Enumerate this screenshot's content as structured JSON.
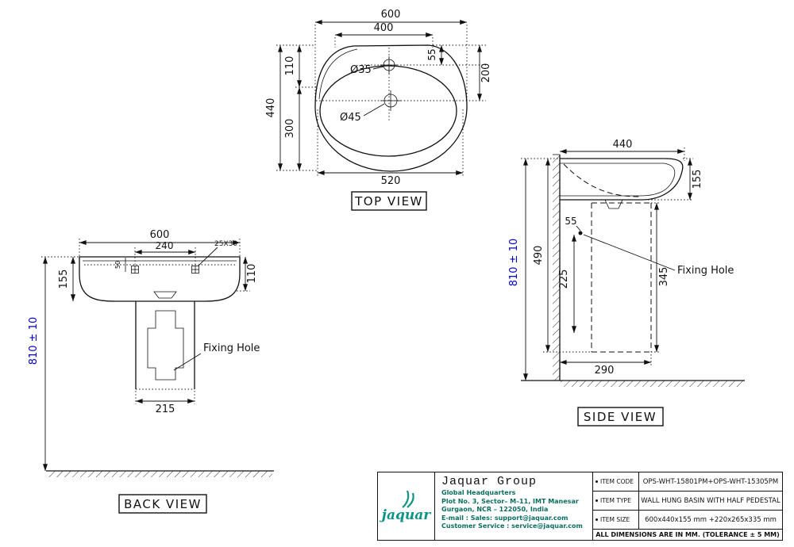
{
  "colors": {
    "line": "#111111",
    "dimension_highlight_blue": "#0000cd",
    "brand_teal": "#0d9488",
    "address_green": "#0b6e5f"
  },
  "top_view": {
    "label": "TOP VIEW",
    "dim_600": "600",
    "dim_400": "400",
    "dim_110": "110",
    "dim_300": "300",
    "dim_440": "440",
    "dim_55": "55",
    "dim_200": "200",
    "dim_520": "520",
    "hole_small": "Ø35",
    "hole_large": "Ø45"
  },
  "back_view": {
    "label": "BACK VIEW",
    "dim_600": "600",
    "dim_240": "240",
    "slot_size": "25X30",
    "dim_50": "50",
    "dim_155": "155",
    "dim_110": "110",
    "dim_height": "810 ± 10",
    "dim_215": "215",
    "fixing_hole_label": "Fixing Hole"
  },
  "side_view": {
    "label": "SIDE VIEW",
    "dim_440": "440",
    "dim_155": "155",
    "dim_490": "490",
    "dim_55": "55",
    "dim_345": "345",
    "dim_225": "225",
    "dim_height": "810 ± 10",
    "dim_290": "290",
    "fixing_hole_label": "Fixing Hole"
  },
  "title_block": {
    "logo_text": "jaquar",
    "company": "Jaquar Group",
    "address_lines": [
      "Global Headquarters",
      "Plot No. 3, Sector– M–11, IMT Manesar",
      "Gurgaon, NCR – 122050, India",
      "E-mail : Sales: support@jaquar.com",
      "Customer Service : service@jaquar.com"
    ],
    "items": [
      {
        "label": "ITEM CODE",
        "value": "OPS-WHT-15801PM+OPS-WHT-15305PM"
      },
      {
        "label": "ITEM TYPE",
        "value": "WALL HUNG BASIN WITH HALF PEDESTAL"
      },
      {
        "label": "ITEM SIZE",
        "value": "600x440x155 mm +220x265x335 mm"
      }
    ],
    "note": "ALL DIMENSIONS ARE IN MM. (TOLERANCE ± 5 MM)"
  }
}
